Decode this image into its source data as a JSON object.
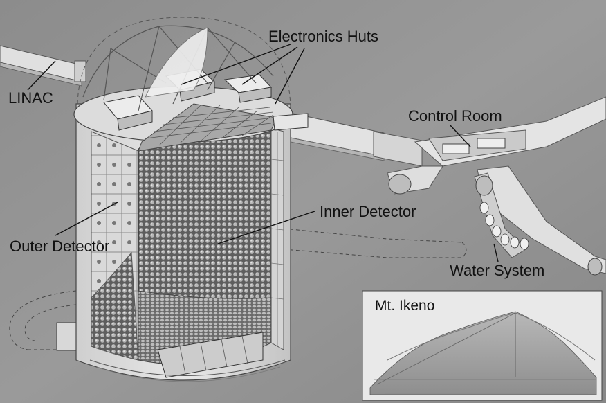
{
  "labels": {
    "electronics_huts": "Electronics Huts",
    "linac": "LINAC",
    "control_room": "Control Room",
    "inner_detector": "Inner Detector",
    "outer_detector": "Outer Detector",
    "water_system": "Water System"
  },
  "inset": {
    "title": "Mt. Ikeno"
  }
}
